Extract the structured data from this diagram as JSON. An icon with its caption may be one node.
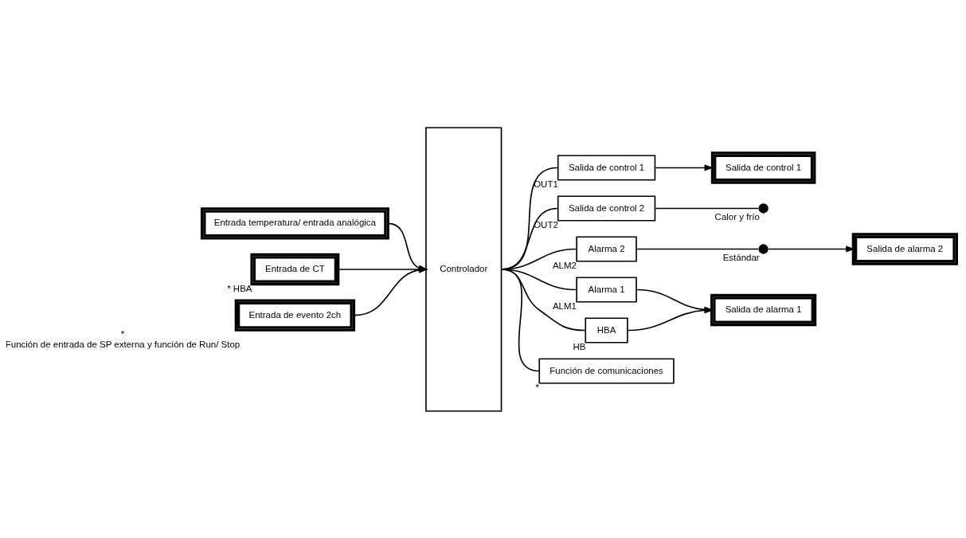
{
  "diagram": {
    "nodes": [
      {
        "text": [
          "Entrada temperatura/ entrada analógica"
        ]
      },
      {
        "text": [
          "Entrada de CT"
        ],
        "beside": [
          "* HBA"
        ]
      },
      {
        "text": [
          "Entrada de evento 2ch"
        ],
        "beside": [
          "*",
          "Función de entrada de SP externa y función de Run/ Stop"
        ]
      },
      {
        "text": [
          "Controlador"
        ]
      },
      {
        "text": [
          "Salida de control 1"
        ],
        "beside": [
          "OUT1"
        ]
      },
      {
        "text": [
          "Salida de control 2"
        ],
        "beside": [
          "OUT2"
        ]
      },
      {
        "text": [
          "Salida de control 1"
        ]
      },
      {
        "text": [],
        "shape": "circle",
        "beside": [
          "Calor y frío"
        ]
      },
      {
        "text": [],
        "shape": "circle",
        "beside": [
          "Estándar"
        ]
      },
      {
        "text": [
          "Salida de alarma 2"
        ]
      },
      {
        "text": [
          "Alarma 2"
        ],
        "beside": [
          "ALM2"
        ]
      },
      {
        "text": [
          "Alarma 1"
        ],
        "beside": [
          "ALM1"
        ]
      },
      {
        "text": [
          "HBA"
        ],
        "beside": [
          "HB"
        ]
      },
      {
        "text": [
          "Salida de alarma 1"
        ]
      },
      {
        "text": [
          "Función de comunicaciones"
        ],
        "beside": [
          "*"
        ]
      }
    ],
    "edges": [
      {
        "from": 0,
        "to": 3,
        "arrow": "to"
      },
      {
        "from": 1,
        "to": 3,
        "arrow": "to"
      },
      {
        "from": 2,
        "to": 3,
        "arrow": "to"
      },
      {
        "from": 3,
        "to": 4,
        "arrow": "none"
      },
      {
        "from": 3,
        "to": 5,
        "arrow": "none"
      },
      {
        "from": 3,
        "to": 10,
        "arrow": "none"
      },
      {
        "from": 3,
        "to": 11,
        "arrow": "none"
      },
      {
        "from": 3,
        "to": 12,
        "arrow": "none"
      },
      {
        "from": 3,
        "to": 14,
        "arrow": "none"
      },
      {
        "from": 4,
        "to": 6,
        "arrow": "to"
      },
      {
        "from": 5,
        "to": 7,
        "arrow": "none"
      },
      {
        "from": 10,
        "to": 8,
        "arrow": "none"
      },
      {
        "from": 8,
        "to": 9,
        "arrow": "to"
      },
      {
        "from": 11,
        "to": 13,
        "arrow": "to"
      },
      {
        "from": 12,
        "to": 13,
        "arrow": "to"
      }
    ]
  }
}
